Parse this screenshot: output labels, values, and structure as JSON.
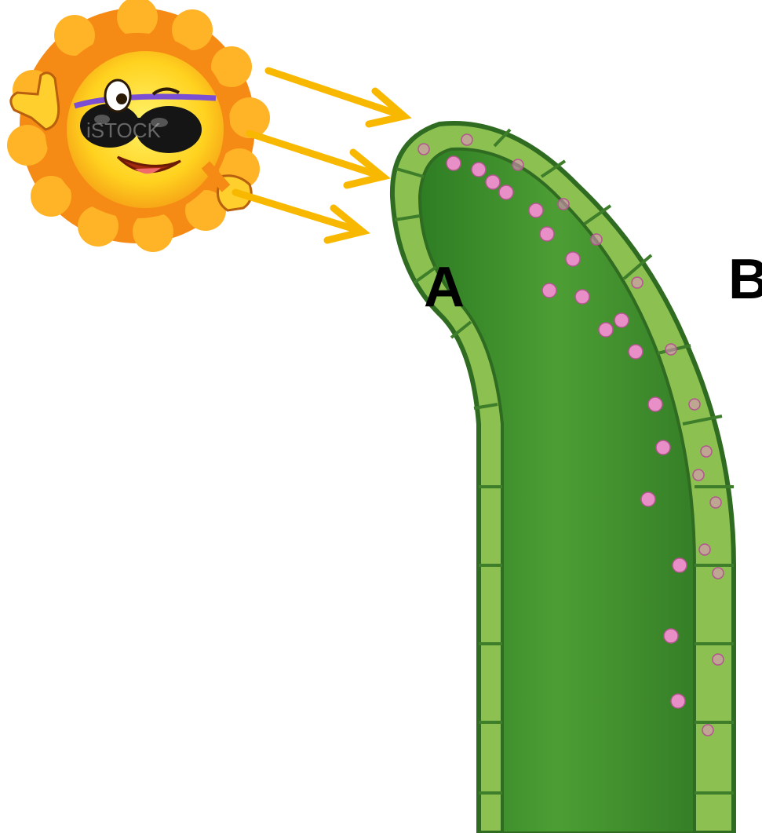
{
  "labels": {
    "side_a": "A",
    "side_b": "B"
  },
  "watermark": "iSTOCK",
  "colors": {
    "light_arrow": "#F9B800",
    "sun_core": "#FFD21F",
    "sun_flame": "#F58A14",
    "stem_outer": "#8CC152",
    "stem_inner": "#3E8E2C",
    "stem_outline": "#2F6B21",
    "auxin_dot": "#E98FC8"
  },
  "icons": [
    "sun-icon",
    "sunglasses-icon",
    "light-ray-arrow",
    "plant-shoot",
    "auxin-particle"
  ]
}
